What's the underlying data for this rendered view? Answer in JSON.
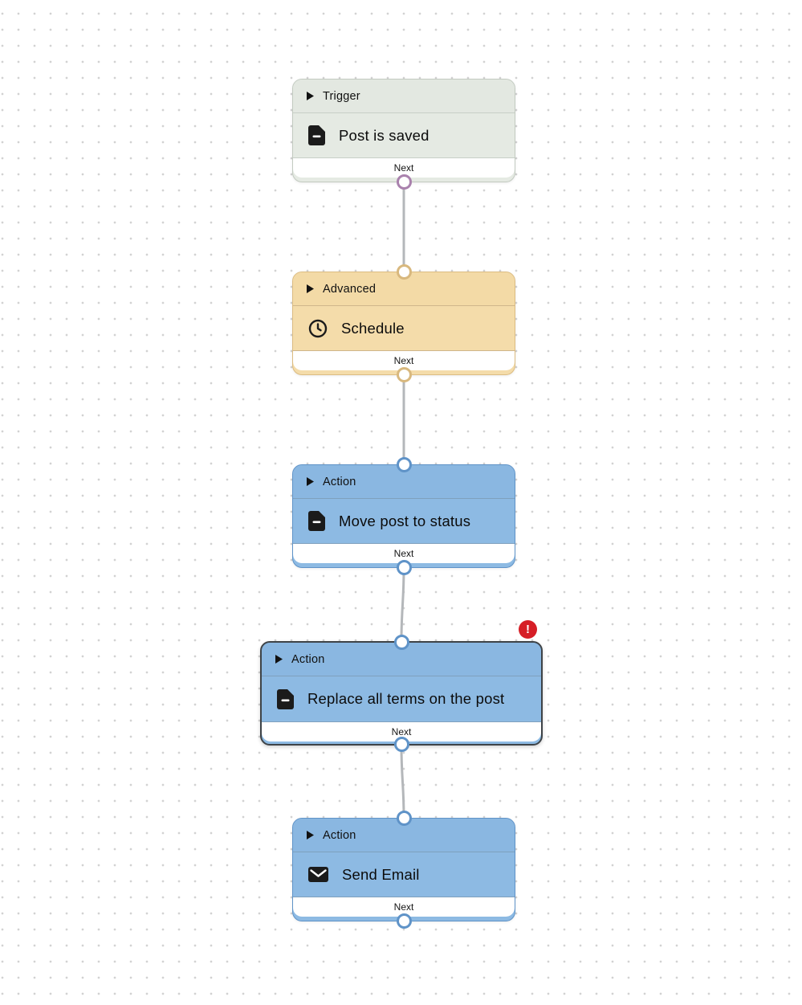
{
  "canvas": {
    "background": "#ffffff",
    "dot_color": "#d2d2d2",
    "connector_color": "#b4b7ba",
    "selected_border_color": "#3e4347",
    "error_color": "#d61e26"
  },
  "nodes": [
    {
      "category": "Trigger",
      "title": "Post is saved",
      "icon": "document-icon",
      "footer_label": "Next",
      "selected": false,
      "has_error": false,
      "colors": {
        "header_bg": "#e3e8e1",
        "body_bg": "#e5eae3",
        "footer_bg": "#ffffff",
        "border": "#c3cbc1",
        "divider": "#c7cfc7",
        "handle": "#a981ad"
      }
    },
    {
      "category": "Advanced",
      "title": "Schedule",
      "icon": "clock-icon",
      "footer_label": "Next",
      "selected": false,
      "has_error": false,
      "colors": {
        "header_bg": "#f3daa6",
        "body_bg": "#f4dcaa",
        "footer_bg": "#ffffff",
        "border": "#dcbc82",
        "divider": "#cfb68b",
        "handle": "#d8b87e"
      }
    },
    {
      "category": "Action",
      "title": "Move post to status",
      "icon": "document-icon",
      "footer_label": "Next",
      "selected": false,
      "has_error": false,
      "colors": {
        "header_bg": "#8ab7e1",
        "body_bg": "#8dbae3",
        "footer_bg": "#ffffff",
        "border": "#5f93c8",
        "divider": "#7fa0bd",
        "handle": "#5f93c8"
      }
    },
    {
      "category": "Action",
      "title": "Replace all terms on the post",
      "icon": "document-icon",
      "footer_label": "Next",
      "selected": true,
      "has_error": true,
      "error_badge": "!",
      "colors": {
        "header_bg": "#8ab7e1",
        "body_bg": "#8dbae3",
        "footer_bg": "#ffffff",
        "border": "#3e4347",
        "divider": "#7fa0bd",
        "handle": "#5f93c8"
      }
    },
    {
      "category": "Action",
      "title": "Send Email",
      "icon": "envelope-icon",
      "footer_label": "Next",
      "selected": false,
      "has_error": false,
      "colors": {
        "header_bg": "#8ab7e1",
        "body_bg": "#8dbae3",
        "footer_bg": "#ffffff",
        "border": "#5f93c8",
        "divider": "#7fa0bd",
        "handle": "#5f93c8"
      }
    }
  ]
}
